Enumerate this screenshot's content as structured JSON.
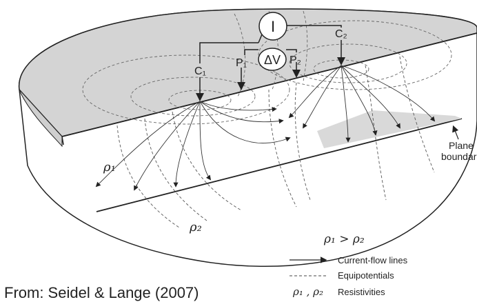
{
  "diagram": {
    "current_source_label": "I",
    "voltage_label": "ΔV",
    "electrodes": {
      "c1": "C₁",
      "c2": "C₂",
      "p1": "P₁",
      "p2": "P₂"
    },
    "layer_labels": {
      "upper": "ρ₁",
      "lower": "ρ₂"
    },
    "plane_boundary_label": [
      "Plane",
      "boundar"
    ],
    "relation": "ρ₁ > ρ₂",
    "legend": {
      "current_flow": "Current-flow lines",
      "equipotentials": "Equipotentials",
      "resistivities_symbol": "ρ₁ , ρ₂",
      "resistivities": "Resistivities"
    },
    "colors": {
      "shade": "#d4d4d4",
      "line": "#222222"
    }
  },
  "caption": "From: Seidel & Lange (2007)"
}
